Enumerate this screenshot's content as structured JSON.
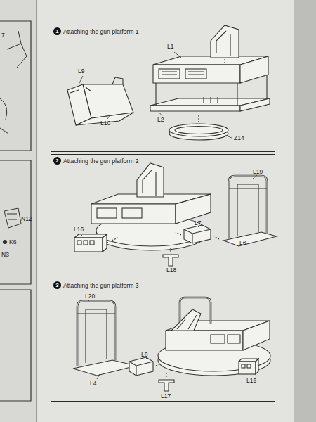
{
  "diagram": {
    "nodes": [
      {
        "text": [
          "1",
          "Attaching the gun platform 1"
        ]
      },
      {
        "text": [
          "2",
          "Attaching the gun platform 2"
        ]
      },
      {
        "text": [
          "3",
          "Attaching the gun platform 3"
        ]
      }
    ],
    "labels": [
      "7",
      "L1",
      "L9",
      "L10",
      "L2",
      "Z14",
      "L19",
      "N12",
      "L7",
      "L16",
      "K6",
      "N3",
      "L3",
      "L18",
      "L20",
      "L6",
      "L4",
      "L17",
      "L16"
    ]
  }
}
